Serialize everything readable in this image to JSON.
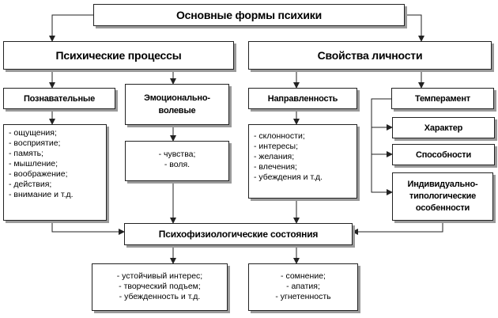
{
  "title": "Основные формы психики",
  "processes": {
    "title": "Психические процессы",
    "cognitive": {
      "title": "Познавательные",
      "items": [
        "- ощущения;",
        "- восприятие;",
        "- память;",
        "- мышление;",
        "- воображение;",
        "- действия;",
        "- внимание  и т.д."
      ]
    },
    "emotional": {
      "title": "Эмоционально-волевые",
      "items": [
        "- чувства;",
        "- воля."
      ]
    }
  },
  "personality": {
    "title": "Свойства личности",
    "orientation": {
      "title": "Направленность",
      "items": [
        "- склонности;",
        "- интересы;",
        "- желания;",
        "- влечения;",
        "- убеждения  и т.д."
      ]
    },
    "temperament": "Темперамент",
    "character": "Характер",
    "abilities": "Способности",
    "individual": "Индивидуально-типологические особенности"
  },
  "states": {
    "title": "Психофизиологические состояния",
    "left_items": [
      "- устойчивый  интерес;",
      "- творческий  подъем;",
      "- убежденность  и т.д."
    ],
    "right_items": [
      "- сомнение;",
      "- апатия;",
      "- угнетенность"
    ]
  },
  "colors": {
    "line": "#222222",
    "shadow": "#9a9a9a",
    "box_bg": "#ffffff"
  }
}
